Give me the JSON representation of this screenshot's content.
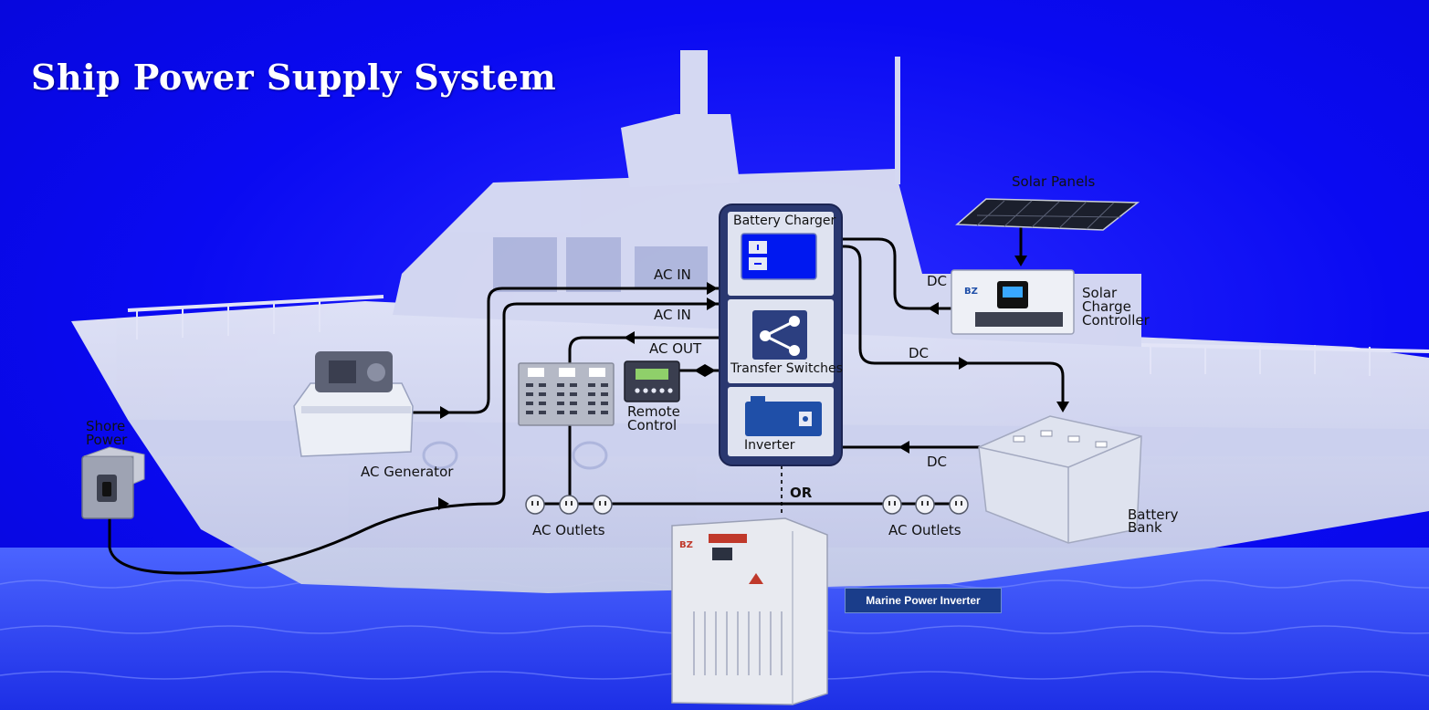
{
  "title": "Ship Power Supply System",
  "labels": {
    "battery_charger": "Battery Charger",
    "transfer_switches": "Transfer Switches",
    "inverter": "Inverter",
    "ac_in_1": "AC IN",
    "ac_in_2": "AC IN",
    "ac_out": "AC OUT",
    "remote_control_1": "Remote",
    "remote_control_2": "Control",
    "ac_generator": "AC Generator",
    "shore_power_1": "Shore",
    "shore_power_2": "Power",
    "ac_outlets_left": "AC Outlets",
    "ac_outlets_right": "AC Outlets",
    "or": "OR",
    "solar_panels": "Solar Panels",
    "solar_charge_controller_1": "Solar",
    "solar_charge_controller_2": "Charge",
    "solar_charge_controller_3": "Controller",
    "dc_1": "DC",
    "dc_2": "DC",
    "dc_3": "DC",
    "battery_bank_1": "Battery",
    "battery_bank_2": "Bank",
    "marine_power_inverter": "Marine Power Inverter"
  },
  "colors": {
    "background": "#0a0af2",
    "panel_fill": "#0018f0",
    "line": "#000000",
    "tag": "#1a3d8a"
  }
}
